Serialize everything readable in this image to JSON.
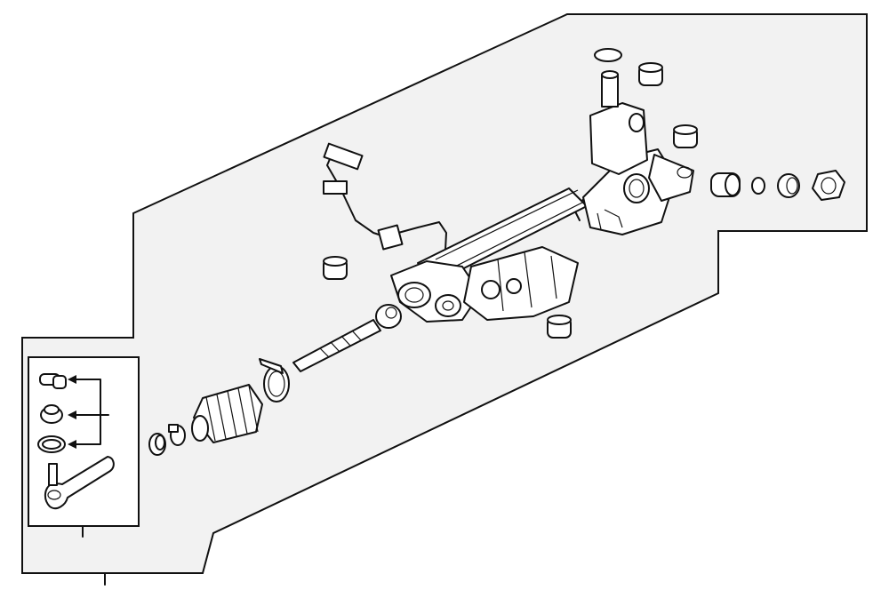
{
  "diagram": {
    "background_color": "#f2f2f2",
    "line_color": "#111111",
    "callouts": [],
    "parts": [
      "steering-gear-assembly",
      "wire-harness",
      "mount-bushing",
      "inner-tie-rod",
      "boot-clamp",
      "bellows-boot",
      "small-clamp",
      "jam-nut",
      "bushing-sleeve",
      "washer",
      "nut",
      "tie-rod-end-kit"
    ]
  }
}
